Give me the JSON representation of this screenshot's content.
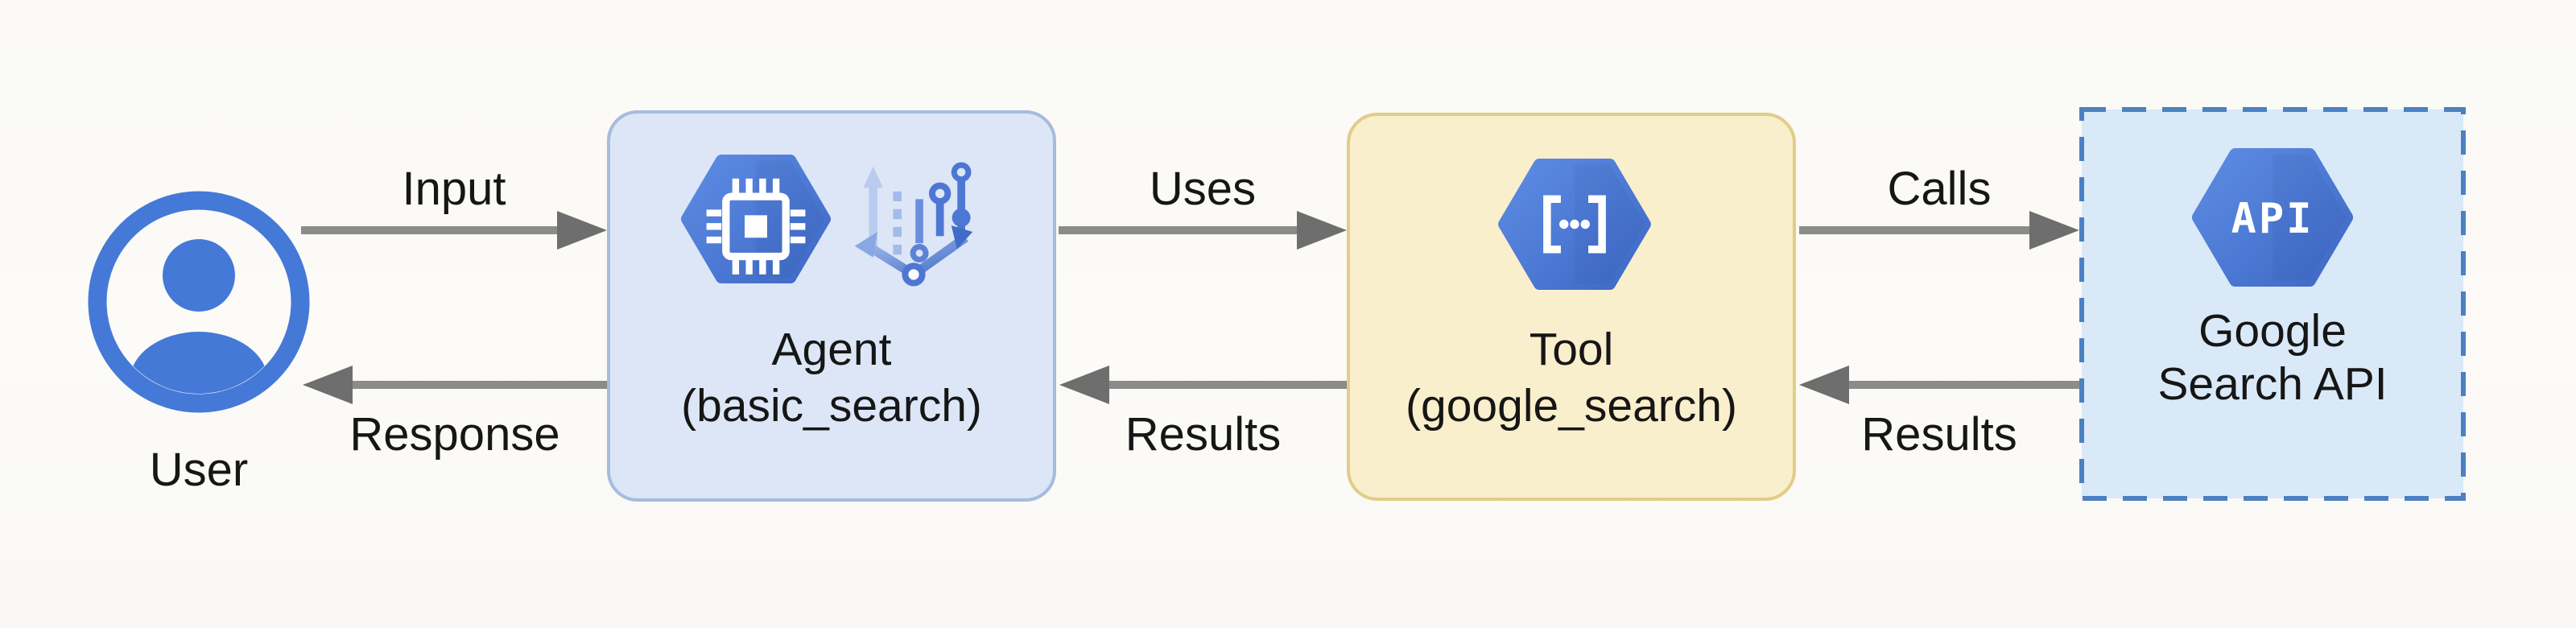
{
  "diagram": {
    "background_color": "#fbfaf6",
    "label_color": "#161616",
    "arrow_shaft_color": "#8b8b8b",
    "arrow_head_color": "#6e6e6e",
    "hexagon_blue_top": "#5d8ce4",
    "hexagon_blue_bottom": "#3e69c5",
    "nodes": {
      "user": {
        "label": "User",
        "icon": "user-icon",
        "icon_color": "#4579d7"
      },
      "agent": {
        "title": "Agent",
        "subtitle": "(basic_search)",
        "fill_color": "#dce6f6",
        "border_color": "#a6bcdd",
        "icons": [
          "chip-hexagon-icon",
          "branch-circuit-icon"
        ]
      },
      "tool": {
        "title": "Tool",
        "subtitle": "(google_search)",
        "fill_color": "#faefcc",
        "border_color": "#e3cc86",
        "icons": [
          "code-brackets-hexagon-icon"
        ]
      },
      "api": {
        "line1": "Google",
        "line2": "Search API",
        "badge": "API",
        "fill_color": "#d9e9f8",
        "border_color": "#4c80c1",
        "border_style": "dashed",
        "icons": [
          "api-hexagon-icon"
        ]
      }
    },
    "edges": [
      {
        "label": "Input",
        "from": "User",
        "to": "Agent",
        "direction": "right"
      },
      {
        "label": "Uses",
        "from": "Agent",
        "to": "Tool",
        "direction": "right"
      },
      {
        "label": "Calls",
        "from": "Tool",
        "to": "Google Search API",
        "direction": "right"
      },
      {
        "label": "Response",
        "from": "Agent",
        "to": "User",
        "direction": "left"
      },
      {
        "label": "Results",
        "from": "Tool",
        "to": "Agent",
        "direction": "left"
      },
      {
        "label": "Results",
        "from": "Google Search API",
        "to": "Tool",
        "direction": "left"
      }
    ]
  }
}
